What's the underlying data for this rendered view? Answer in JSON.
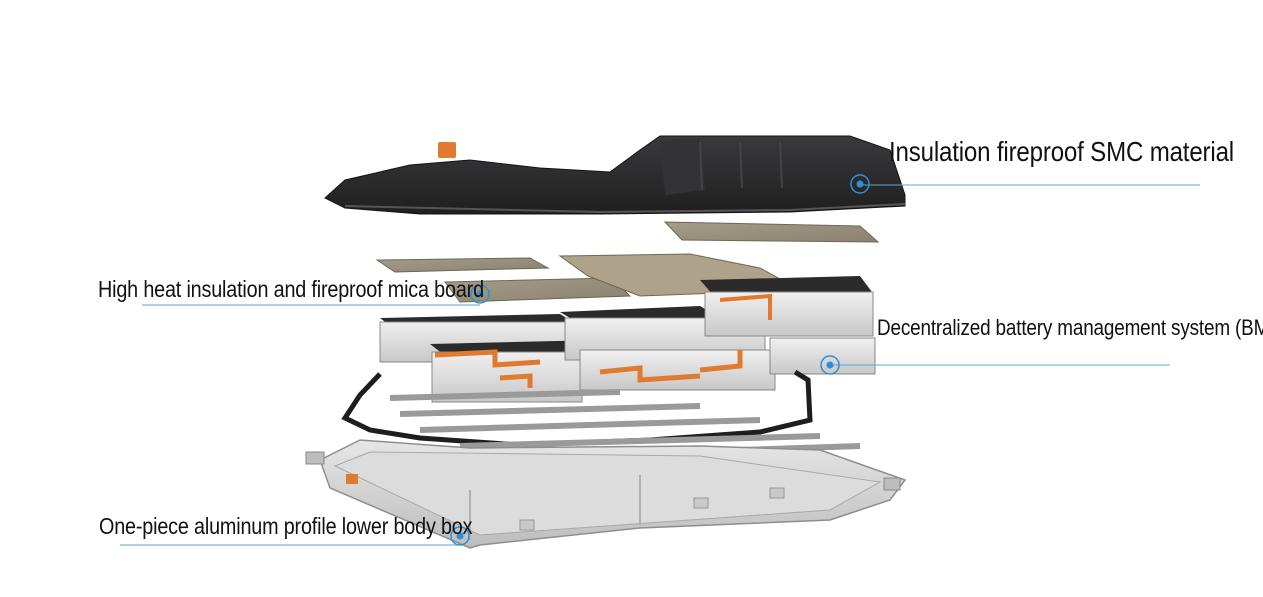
{
  "callouts": [
    {
      "id": "smc-cover",
      "text": "Insulation fireproof SMC material"
    },
    {
      "id": "mica-board",
      "text": "High heat insulation and fireproof mica board"
    },
    {
      "id": "bms",
      "text": "Decentralized battery management system (BMS)"
    },
    {
      "id": "lower-box",
      "text": "One-piece aluminum profile lower body box"
    }
  ],
  "colors": {
    "leader_line": "#5aa6d8",
    "marker": "#2f8fd6",
    "cover": "#2a2a2b",
    "mica": "#9b927f",
    "module": "#d9d9d9",
    "busbar": "#e07a2e",
    "tray": "#cfcfcf"
  }
}
